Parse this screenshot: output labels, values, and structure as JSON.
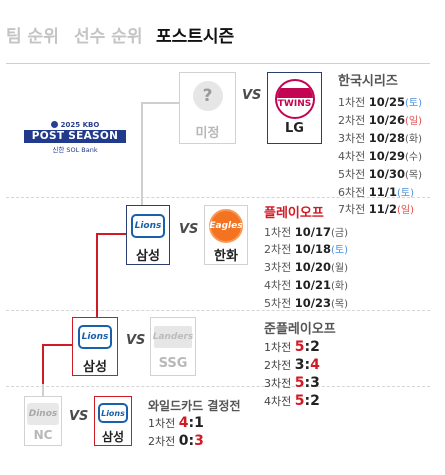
{
  "tabs": [
    {
      "label": "팀 순위",
      "active": false
    },
    {
      "label": "선수 순위",
      "active": false
    },
    {
      "label": "포스트시즌",
      "active": true
    }
  ],
  "logo": {
    "top": "2025 KBO",
    "main": "POST SEASON",
    "sub": "신한 SOL Bank"
  },
  "vs_label": "VS",
  "korean_series": {
    "title": "한국시리즈",
    "team_a": {
      "name": "미정",
      "emblem": "?",
      "icon": "unknown-team-icon"
    },
    "team_b": {
      "name": "LG",
      "emblem": "TWINS",
      "icon": "lg-twins-emblem-icon"
    },
    "games": [
      {
        "no": "1차전",
        "date": "10/25",
        "day": "(토)"
      },
      {
        "no": "2차전",
        "date": "10/26",
        "day": "(일)"
      },
      {
        "no": "3차전",
        "date": "10/28",
        "day": "(화)"
      },
      {
        "no": "4차전",
        "date": "10/29",
        "day": "(수)"
      },
      {
        "no": "5차전",
        "date": "10/30",
        "day": "(목)"
      },
      {
        "no": "6차전",
        "date": "11/1",
        "day": "(토)"
      },
      {
        "no": "7차전",
        "date": "11/2",
        "day": "(일)"
      }
    ]
  },
  "playoff": {
    "title": "플레이오프",
    "team_a": {
      "name": "삼성",
      "emblem": "Lions",
      "icon": "samsung-lions-emblem-icon"
    },
    "team_b": {
      "name": "한화",
      "emblem": "Eagles",
      "icon": "hanwha-eagles-emblem-icon"
    },
    "games": [
      {
        "no": "1차전",
        "date": "10/17",
        "day": "(금)"
      },
      {
        "no": "2차전",
        "date": "10/18",
        "day": "(토)"
      },
      {
        "no": "3차전",
        "date": "10/20",
        "day": "(월)"
      },
      {
        "no": "4차전",
        "date": "10/21",
        "day": "(화)"
      },
      {
        "no": "5차전",
        "date": "10/23",
        "day": "(목)"
      }
    ]
  },
  "semi_playoff": {
    "title": "준플레이오프",
    "team_a": {
      "name": "삼성",
      "emblem": "Lions",
      "icon": "samsung-lions-emblem-icon"
    },
    "team_b": {
      "name": "SSG",
      "emblem": "Landers",
      "icon": "ssg-landers-emblem-icon"
    },
    "games": [
      {
        "no": "1차전",
        "a": "5",
        "b": "2"
      },
      {
        "no": "2차전",
        "a": "3",
        "b": "4"
      },
      {
        "no": "3차전",
        "a": "5",
        "b": "3"
      },
      {
        "no": "4차전",
        "a": "5",
        "b": "2"
      }
    ]
  },
  "wildcard": {
    "title": "와일드카드 결정전",
    "team_a": {
      "name": "NC",
      "emblem": "Dinos",
      "icon": "nc-dinos-emblem-icon"
    },
    "team_b": {
      "name": "삼성",
      "emblem": "Lions",
      "icon": "samsung-lions-emblem-icon"
    },
    "games": [
      {
        "no": "1차전",
        "a": "4",
        "b": "1"
      },
      {
        "no": "2차전",
        "a": "0",
        "b": "3"
      }
    ]
  },
  "colors": {
    "winner_red": "#d01a25",
    "navy": "#2a3f70",
    "saturday": "#4a90e2",
    "sunday": "#e24a4a",
    "lions_blue": "#1a5fab",
    "eagles_orange": "#f37321",
    "twins_red": "#c30452"
  }
}
